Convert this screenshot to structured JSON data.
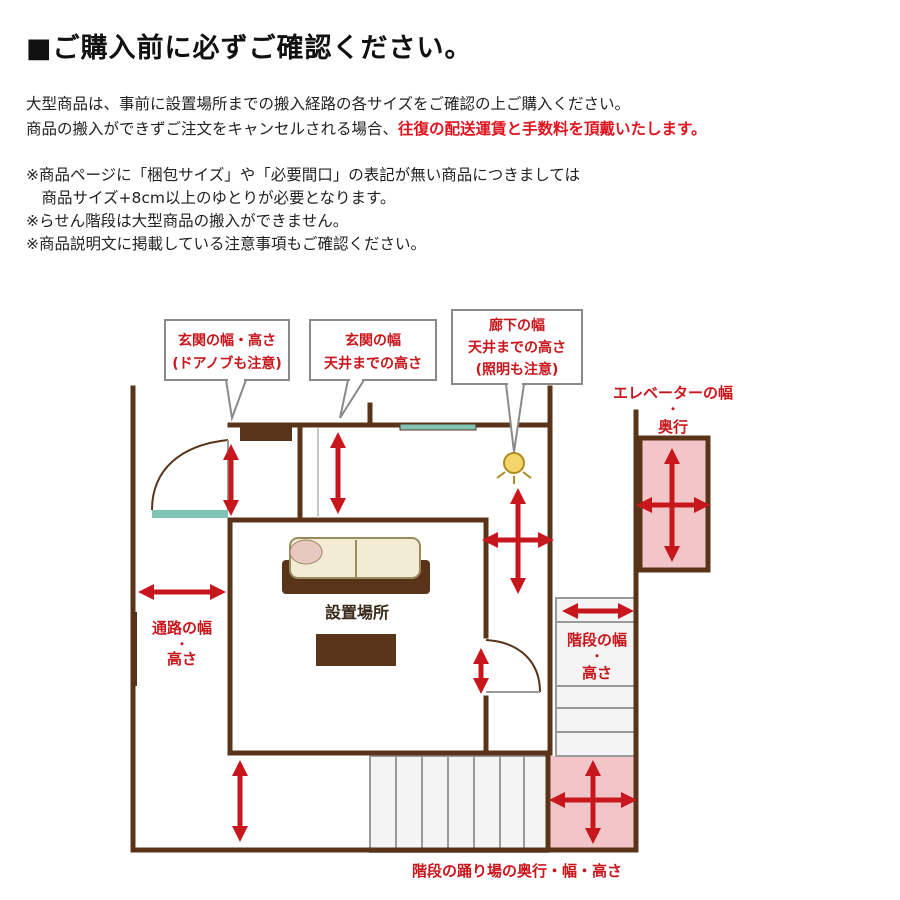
{
  "header": {
    "title": "■ご購入前に必ずご確認ください。"
  },
  "intro": {
    "line1": "大型商品は、事前に設置場所までの搬入経路の各サイズをご確認の上ご購入ください。",
    "line2_prefix": "商品の搬入ができずご注文をキャンセルされる場合、",
    "line2_emphasis": "往復の配送運賃と手数料を頂戴いたします。"
  },
  "notes": {
    "n1a": "※商品ページに「梱包サイズ」や「必要間口」の表記が無い商品につきましては",
    "n1b": "　商品サイズ+8cm以上のゆとりが必要となります。",
    "n2": "※らせん階段は大型商品の搬入ができません。",
    "n3": "※商品説明文に掲載している注意事項もご確認ください。"
  },
  "diagram": {
    "callout_entrance": {
      "line1": "玄関の幅・高さ",
      "line2": "(ドアノブも注意)"
    },
    "callout_entrance_ceiling": {
      "line1": "玄関の幅",
      "line2": "天井までの高さ"
    },
    "callout_hallway": {
      "line1": "廊下の幅",
      "line2": "天井までの高さ",
      "line3": "(照明も注意)"
    },
    "elevator": {
      "line1": "エレベーターの幅",
      "dot": "・",
      "line2": "奥行"
    },
    "passage": {
      "line1": "通路の幅",
      "dot": "・",
      "line2": "高さ"
    },
    "install_place": "設置場所",
    "stairs": {
      "line1": "階段の幅",
      "dot": "・",
      "line2": "高さ"
    },
    "landing": "階段の踊り場の奥行・幅・高さ"
  },
  "colors": {
    "wall": "#5a3418",
    "arrow": "#c8161d",
    "label_red": "#c8161d",
    "highlight_pink": "#f2c6c9",
    "callout_border": "#8a8a8a",
    "window": "#7fc4b4"
  },
  "icons": [
    "light-bulb-icon",
    "sofa-icon",
    "table-icon",
    "door-icon",
    "arrow-icon"
  ]
}
